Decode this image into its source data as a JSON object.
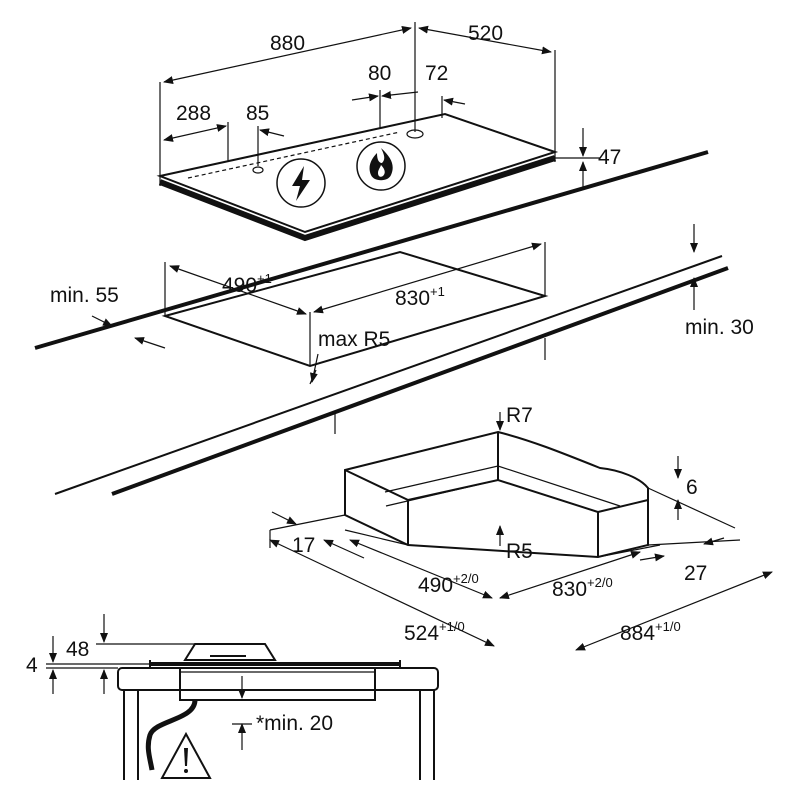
{
  "hob": {
    "width": "880",
    "depth": "520",
    "height": "47",
    "offset_left": "288",
    "offset_left_2": "85",
    "gas_offset_1": "80",
    "gas_offset_2": "72",
    "icons": [
      "electric-bolt-icon",
      "gas-flame-icon"
    ]
  },
  "cutout": {
    "depth": "490",
    "depth_tol": "+1",
    "width": "830",
    "width_tol": "+1",
    "corner_radius": "max R5",
    "front_min": "min. 55",
    "worktop_min": "min. 30"
  },
  "rebate": {
    "inner_radius": "R7",
    "outer_radius": "R5",
    "step": "6",
    "side_margin": "17",
    "rear_margin": "27",
    "inner_depth": "490",
    "inner_depth_tol": "+2/0",
    "inner_width": "830",
    "inner_width_tol": "+2/0",
    "outer_depth": "524",
    "outer_depth_tol": "+1/0",
    "outer_width": "884",
    "outer_width_tol": "+1/0"
  },
  "section": {
    "top_height": "4",
    "total_height": "48",
    "below_min": "*min. 20",
    "warning_icon": "warning-triangle-icon"
  }
}
